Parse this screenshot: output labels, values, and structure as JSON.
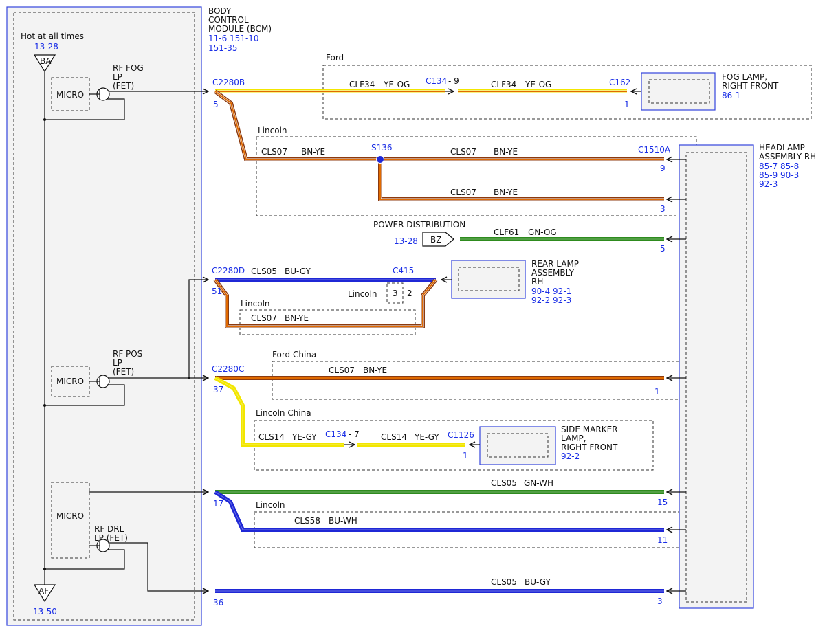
{
  "bcm": {
    "title_lines": [
      "BODY",
      "CONTROL",
      "MODULE (BCM)"
    ],
    "refs": [
      "11-6   151-10",
      "151-35"
    ],
    "hot_label": "Hot at all times",
    "ba_ref": "13-28",
    "ba_label": "BA",
    "af_label": "AF",
    "af_ref": "13-50",
    "micro_label": "MICRO",
    "fet_fog": [
      "RF FOG",
      "LP",
      "(FET)"
    ],
    "fet_pos": [
      "RF POS",
      "LP",
      "(FET)"
    ],
    "fet_drl": [
      "RF DRL",
      "LP (FET)"
    ]
  },
  "regions": {
    "ford": "Ford",
    "lincoln1": "Lincoln",
    "lincoln2": "Lincoln",
    "ford_china": "Ford China",
    "lincoln_china": "Lincoln China",
    "lincoln3": "Lincoln"
  },
  "connectors": {
    "c2280b": "C2280B",
    "c2280b_pin": "5",
    "c2280d": "C2280D",
    "c2280d_pin": "51",
    "c2280c": "C2280C",
    "c2280c_pin": "37",
    "pin17": "17",
    "pin36": "36",
    "c134a": "C134",
    "c134a_pin": "- 9",
    "c162": "C162",
    "c162_pin": "1",
    "s136": "S136",
    "c1510a": "C1510A",
    "hl_pin9": "9",
    "hl_pin3a": "3",
    "hl_pin5": "5",
    "hl_pin1": "1",
    "hl_pin15": "15",
    "hl_pin11": "11",
    "hl_pin3b": "3",
    "c415": "C415",
    "c415_pin3": "3",
    "c415_pin2": "2",
    "c415_lincoln": "Lincoln",
    "c134b": "C134",
    "c134b_pin": "- 7",
    "c1126": "C1126",
    "c1126_pin": "1"
  },
  "wires": {
    "fog1": {
      "circuit": "CLF34",
      "color": "YE-OG"
    },
    "fog2": {
      "circuit": "CLF34",
      "color": "YE-OG"
    },
    "s136_left": {
      "circuit": "CLS07",
      "color": "BN-YE"
    },
    "s136_right": {
      "circuit": "CLS07",
      "color": "BN-YE"
    },
    "s136_down": {
      "circuit": "CLS07",
      "color": "BN-YE"
    },
    "pwr": {
      "circuit": "CLF61",
      "color": "GN-OG"
    },
    "rear_top": {
      "circuit": "CLS05",
      "color": "BU-GY"
    },
    "rear_bottom": {
      "circuit": "CLS07",
      "color": "BN-YE"
    },
    "fordchina": {
      "circuit": "CLS07",
      "color": "BN-YE"
    },
    "side1": {
      "circuit": "CLS14",
      "color": "YE-GY"
    },
    "side2": {
      "circuit": "CLS14",
      "color": "YE-GY"
    },
    "drl_gn": {
      "circuit": "CLS05",
      "color": "GN-WH"
    },
    "drl_bu": {
      "circuit": "CLS58",
      "color": "BU-WH"
    },
    "bottom": {
      "circuit": "CLS05",
      "color": "BU-GY"
    }
  },
  "power_distribution": {
    "label": "POWER DISTRIBUTION",
    "ref": "13-28",
    "bz": "BZ"
  },
  "fog_lamp": {
    "lines": [
      "FOG LAMP,",
      "RIGHT FRONT"
    ],
    "ref": "86-1"
  },
  "headlamp": {
    "lines": [
      "HEADLAMP",
      "ASSEMBLY RH"
    ],
    "refs": [
      "85-7   85-8",
      "85-9   90-3",
      "92-3"
    ]
  },
  "rear_lamp": {
    "lines": [
      "REAR LAMP",
      "ASSEMBLY",
      "RH"
    ],
    "refs": [
      "90-4   92-1",
      "92-2   92-3"
    ]
  },
  "side_marker": {
    "lines": [
      "SIDE MARKER",
      "LAMP,",
      "RIGHT FRONT"
    ],
    "ref": "92-2"
  },
  "colors": {
    "yellow": "#f2e600",
    "orange": "#e06a00",
    "brown": "#8b3a10",
    "green": "#2e8b1e",
    "blue": "#1f28d6",
    "link_blue": "#1a2ee6"
  }
}
